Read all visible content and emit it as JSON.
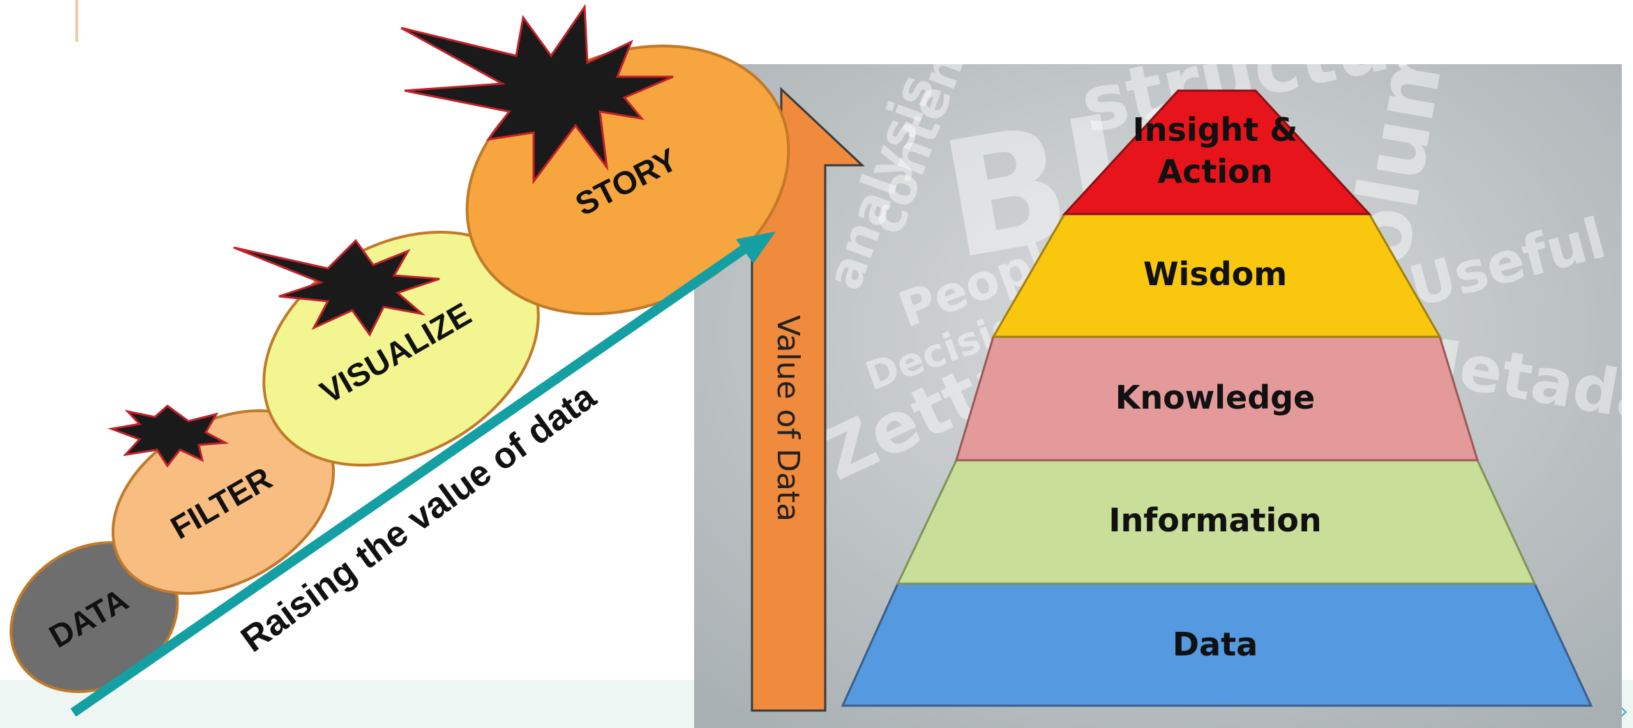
{
  "left_diagram": {
    "stages": [
      {
        "label": "DATA",
        "fill": "#6e6e6e"
      },
      {
        "label": "FILTER",
        "fill": "#f8bd80"
      },
      {
        "label": "VISUALIZE",
        "fill": "#f2f590"
      },
      {
        "label": "STORY",
        "fill": "#f7a53e"
      }
    ],
    "arrow_label": "Raising the value of data",
    "arrow_color": "#14a0a3",
    "bubble_stroke": "#c07a2a"
  },
  "right_diagram": {
    "axis_label": "Value of Data",
    "axis_color": "#f08a3c",
    "background_words": [
      "structured",
      "Volume",
      "BIG",
      "Useful",
      "Metadata",
      "People",
      "Decision",
      "Zettabytes",
      "content",
      "analysis"
    ],
    "pyramid": [
      {
        "label": "Insight &",
        "label2": "Action",
        "fill": "#e8141b"
      },
      {
        "label": "Wisdom",
        "fill": "#f9c80e"
      },
      {
        "label": "Knowledge",
        "fill": "#e49a9a"
      },
      {
        "label": "Information",
        "fill": "#c9de98"
      },
      {
        "label": "Data",
        "fill": "#5599e0"
      }
    ]
  }
}
